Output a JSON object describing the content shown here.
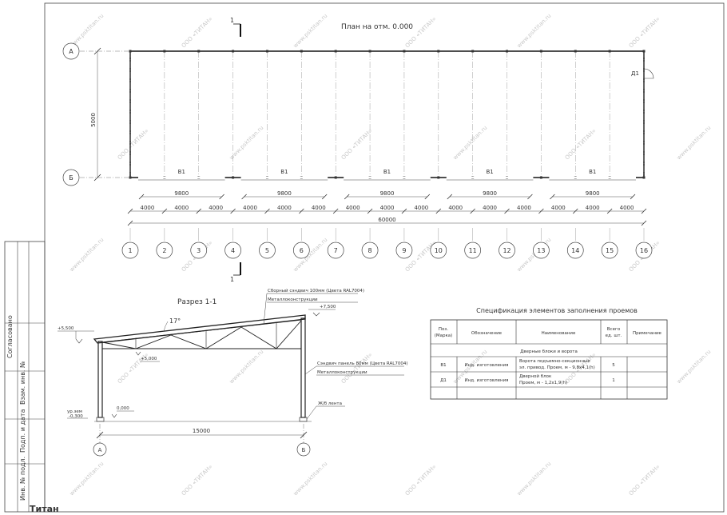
{
  "plan": {
    "title": "План на отм. 0.000",
    "axis_letters": [
      "А",
      "Б"
    ],
    "axis_numbers": [
      "1",
      "2",
      "3",
      "4",
      "5",
      "6",
      "7",
      "8",
      "9",
      "10",
      "11",
      "12",
      "13",
      "14",
      "15",
      "16"
    ],
    "depth_dim": "5000",
    "gate_mark": "В1",
    "door_mark": "Д1",
    "span_dim": "9800",
    "step_dim": "4000",
    "total_dim": "60000",
    "section_mark": "1"
  },
  "section": {
    "title": "Разрез 1-1",
    "roof_note": "Сборный сэндвич 100мм (Цвета RAL7004)",
    "roof_note2": "Металлоконструкции",
    "wall_note": "Сэндвич панель 80мм (Цвета RAL7004)",
    "wall_note2": "Металлоконструкции",
    "base_note": "Ж/б лента",
    "angle": "17°",
    "lvl_top": "+7,500",
    "lvl_left": "+5,500",
    "lvl_truss": "+5,000",
    "lvl_zero": "0,000",
    "lvl_ground_label": "ур.зем",
    "lvl_ground": "-0,300",
    "span": "15000",
    "axis_left": "А",
    "axis_right": "Б"
  },
  "spec": {
    "title": "Спецификация элементов заполнения проемов",
    "headers": [
      "Поз. (Марка)",
      "Обозначение",
      "Наименование",
      "Всего ед. шт.",
      "Примечание"
    ],
    "group": "Дверные блоки и ворота",
    "rows": [
      {
        "pos": "В1",
        "des": "Инд. изготовления",
        "name1": "Ворота подъемно-секционные",
        "name2": "эл. привод. Проем, м - 9,8х4,1(h)",
        "qty": "5",
        "note": ""
      },
      {
        "pos": "Д1",
        "des": "Инд. изготовления",
        "name1": "Дверной блок",
        "name2": "Проем, м - 1,2х1,9(h)",
        "qty": "1",
        "note": ""
      }
    ]
  },
  "stamp": {
    "items": [
      "Согласовано",
      "Взам. инв. №",
      "Подп. и дата",
      "Инв. № подл."
    ],
    "logo": "Титан"
  },
  "watermarks": [
    "www.psktitan.ru",
    "ООО «ТИТАН»"
  ]
}
